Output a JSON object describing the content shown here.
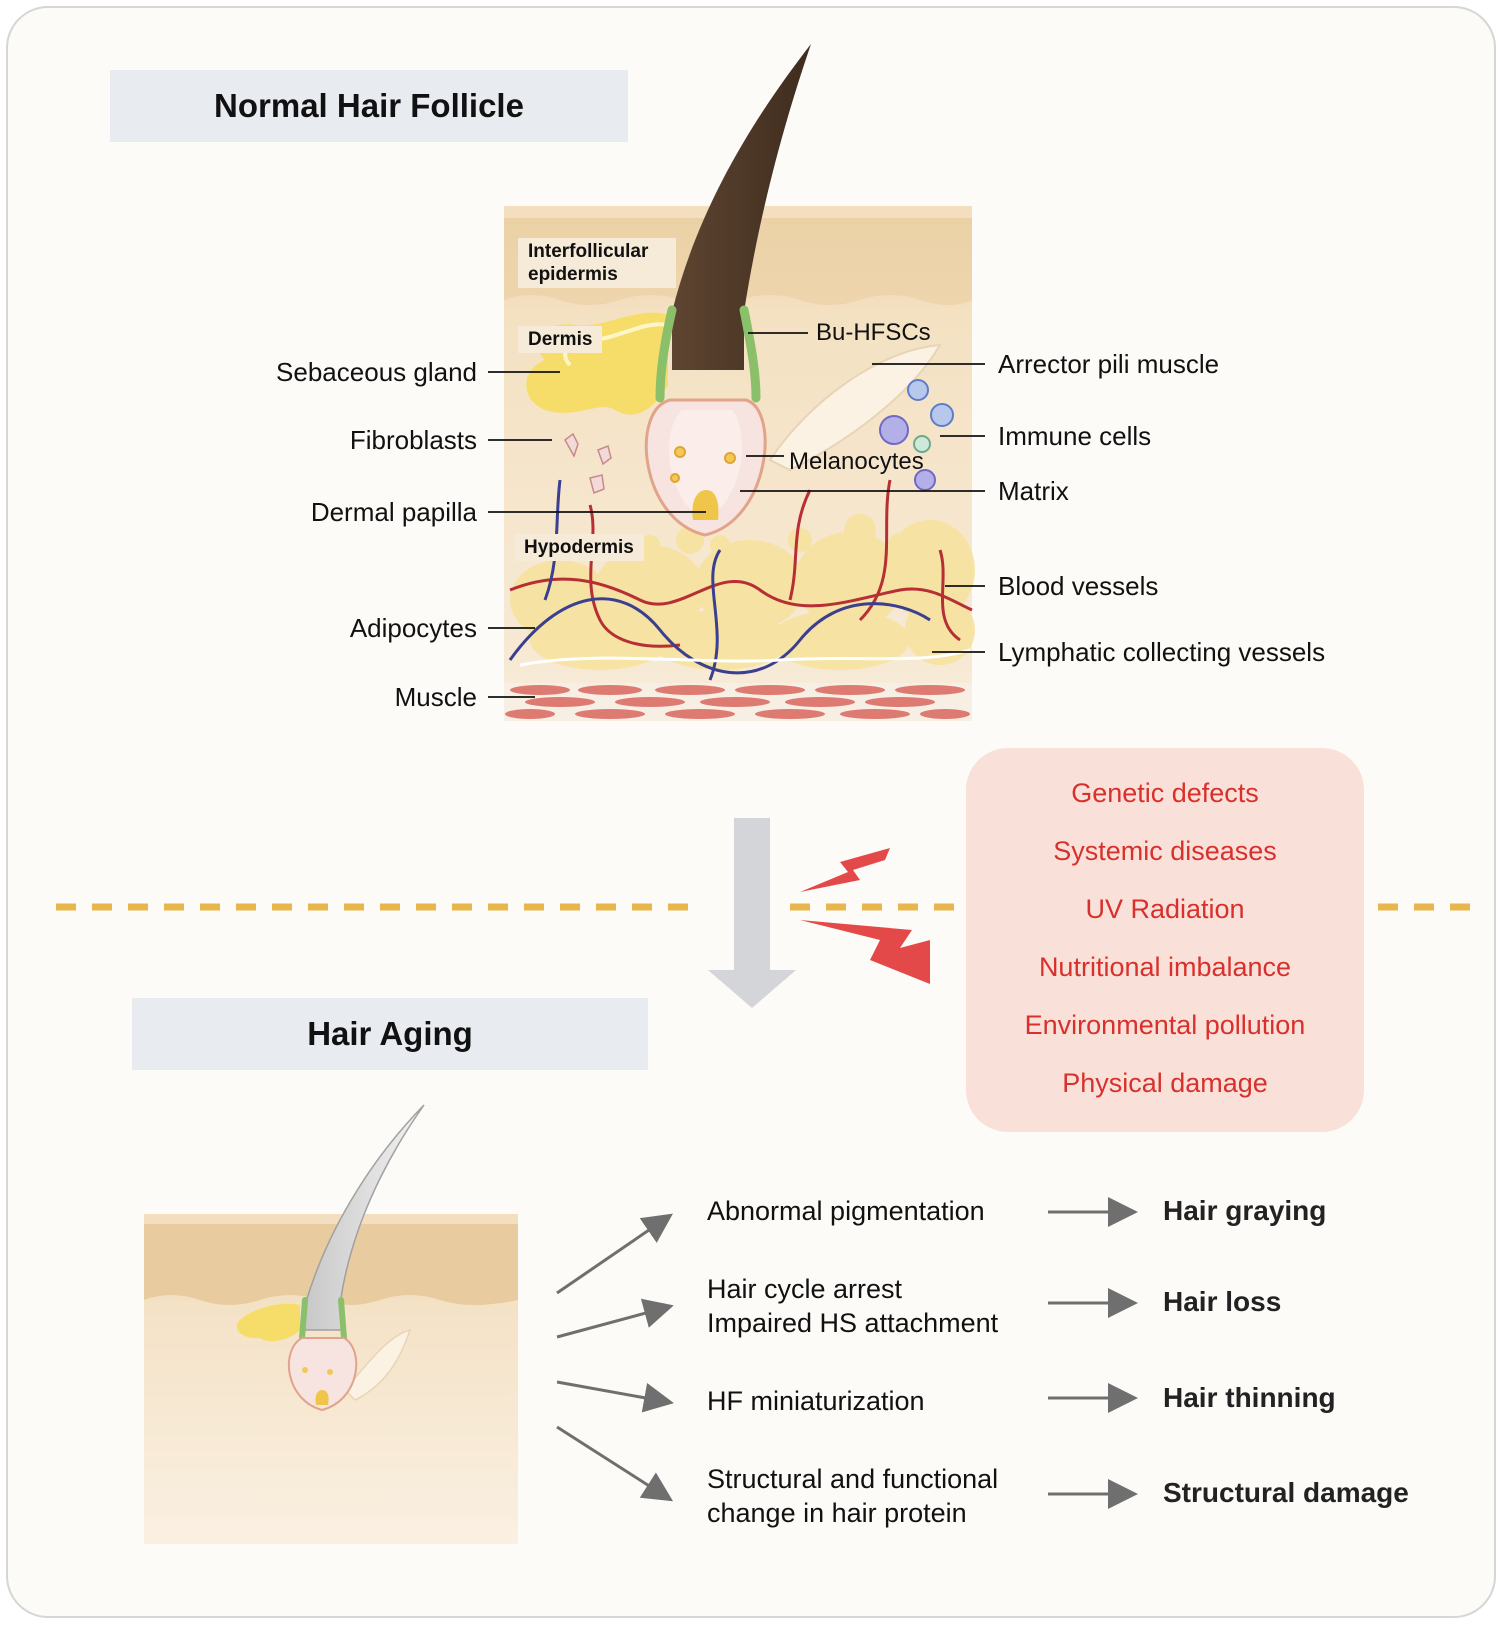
{
  "normal_section": {
    "title": "Normal Hair Follicle",
    "zones": {
      "epidermis_line1": "Interfollicular",
      "epidermis_line2": "epidermis",
      "dermis": "Dermis",
      "hypodermis": "Hypodermis"
    },
    "left_labels": [
      "Sebaceous gland",
      "Fibroblasts",
      "Dermal papilla",
      "Adipocytes",
      "Muscle"
    ],
    "inner_labels": [
      "Bu-HFSCs",
      "Melanocytes"
    ],
    "right_labels": [
      "Arrector pili muscle",
      "Immune cells",
      "Matrix",
      "Blood vessels",
      "Lymphatic collecting vessels"
    ]
  },
  "causes": [
    "Genetic defects",
    "Systemic diseases",
    "UV Radiation",
    "Nutritional imbalance",
    "Environmental pollution",
    "Physical damage"
  ],
  "aging_section": {
    "title": "Hair Aging",
    "changes": [
      {
        "lines": [
          "Abnormal pigmentation"
        ],
        "result": "Hair graying"
      },
      {
        "lines": [
          "Hair cycle arrest",
          "Impaired HS attachment"
        ],
        "result": "Hair loss"
      },
      {
        "lines": [
          "HF miniaturization"
        ],
        "result": "Hair thinning"
      },
      {
        "lines": [
          "Structural and functional",
          "change in hair protein"
        ],
        "result": "Structural damage"
      }
    ]
  },
  "colors": {
    "cause_text": "#d8302c",
    "cause_box": "#f9e1d9",
    "divider": "#e8b64a",
    "lightning": "#e4494a",
    "title_box": "#e8ebf0"
  }
}
